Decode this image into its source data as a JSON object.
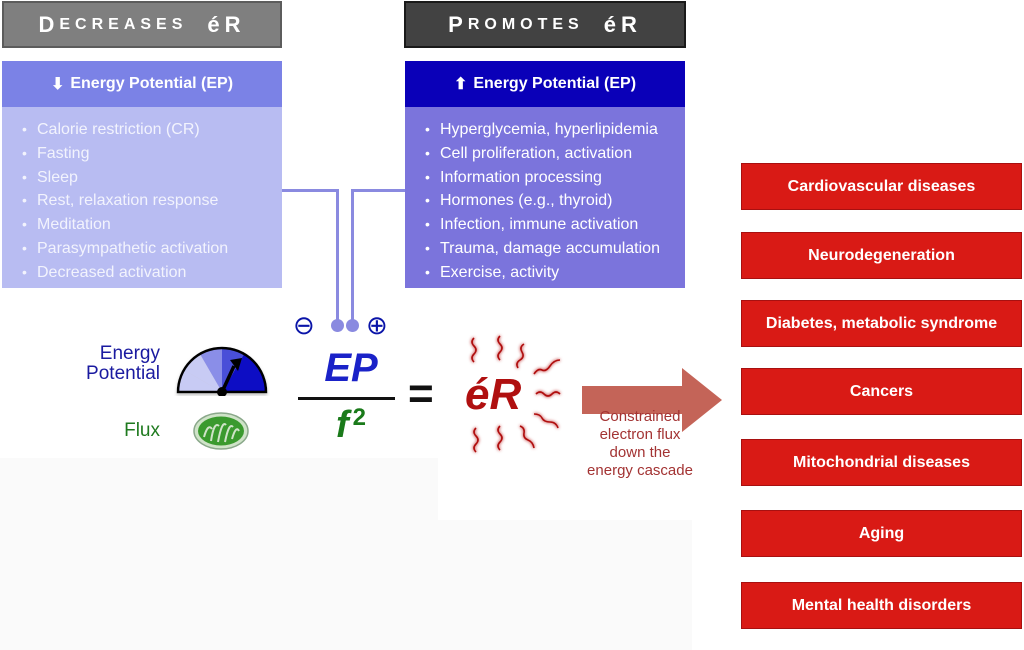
{
  "decreases": {
    "header": {
      "first_letter": "D",
      "rest": "ECREASES",
      "suffix": "éR"
    },
    "subheader": {
      "arrow": "⬇",
      "label": "Energy Potential (EP)"
    },
    "items": [
      "Calorie restriction (CR)",
      "Fasting",
      "Sleep",
      "Rest, relaxation response",
      "Meditation",
      "Parasympathetic activation",
      "Decreased activation"
    ]
  },
  "promotes": {
    "header": {
      "first_letter": "P",
      "rest": "ROMOTES",
      "suffix": "éR"
    },
    "subheader": {
      "arrow": "⬆",
      "label": "Energy Potential (EP)"
    },
    "items": [
      "Hyperglycemia, hyperlipidemia",
      "Cell proliferation, activation",
      "Information processing",
      "Hormones (e.g., thyroid)",
      "Infection, immune activation",
      "Trauma, damage accumulation",
      "Exercise, activity"
    ]
  },
  "signs": {
    "minus": "⊖",
    "plus": "⊕"
  },
  "labels": {
    "energy_potential": "Energy Potential",
    "flux": "Flux"
  },
  "icons": {
    "gauge": "gauge-icon",
    "mitochondrion": "mitochondrion-icon"
  },
  "gauge": {
    "level_fraction": 0.62
  },
  "equation": {
    "numerator": "EP",
    "denominator": "f",
    "exponent": "2",
    "equals": "=",
    "result": "éR"
  },
  "arrow_caption": "Constrained electron flux down the energy cascade",
  "diseases": [
    "Cardiovascular diseases",
    "Neurodegeneration",
    "Diabetes, metabolic syndrome",
    "Cancers",
    "Mitochondrial diseases",
    "Aging",
    "Mental health disorders"
  ],
  "colors": {
    "decrease_header": "#7f7f7f",
    "promote_header": "#424242",
    "decrease_sub": "#7b82e6",
    "promote_sub": "#0a00b8",
    "decrease_list": "#b8bcf2",
    "promote_list": "#7b74dc",
    "ep_text": "#1a22c8",
    "flux_text": "#1a7a1a",
    "er_text": "#b01010",
    "arrow": "#c46458",
    "disease_box": "#d91a15"
  }
}
